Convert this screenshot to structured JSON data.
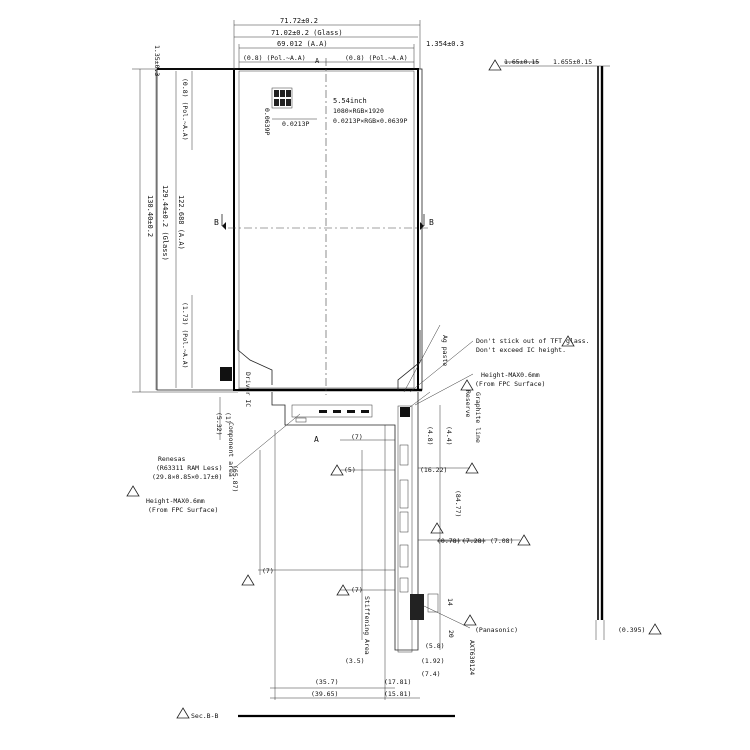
{
  "top_dims": {
    "overall": "71.72±0.2",
    "glass": "71.02±0.2 (Glass)",
    "active_area": "69.012 (A.A)",
    "right_offset": "1.354±0.3",
    "left_offset": "1.35±0.3",
    "pol_left": "(0.8) (Pol.~A.A)",
    "pol_right": "(0.8) (Pol.~A.A)",
    "a_marker": "A"
  },
  "panel_spec": {
    "size": "5.54inch",
    "resolution": "1080×RGB×1920",
    "pitch": "0.0213P×RGB×0.0639P"
  },
  "pixel_detail": {
    "pitch_h": "0.0213P",
    "pitch_v": "0.0639P"
  },
  "left_dims": {
    "overall": "130.40±0.2",
    "glass": "129.44±0.2 (Glass)",
    "active_area": "122.688 (A.A)",
    "pol_top": "(0.8) (Pol.~A.A)",
    "pol_bottom": "(1.73) (Pol.~A.A)"
  },
  "section_labels": {
    "b_left": "B",
    "b_right": "B",
    "a_lower": "A",
    "sec_bb": "Sec.B-B"
  },
  "thickness": {
    "struck": "1.65±0.15",
    "value": "1.655±0.15",
    "bottom": "(0.395)"
  },
  "notes": {
    "glass_note_line1": "Don't stick out of TFT glass.",
    "glass_note_line2": "Don't exceed IC height.",
    "height_max_right_line1": "Height-MAX0.6mm",
    "height_max_right_line2": "(From FPC Surface)",
    "height_max_left_line1": "Height-MAX0.6mm",
    "height_max_left_line2": "(From FPC Surface)",
    "renesas_line1": "Renesas",
    "renesas_line2": "(R63311 RAM Less)",
    "renesas_line3": "(29.8×0.85×0.17±0)",
    "ag_paste": "Ag paste",
    "reserve": "Reserve",
    "graphite_line": "Graphite line",
    "component": "Component area",
    "driver_ic": "Driver IC",
    "stiffener": "Stiffening Area",
    "connector_part": "AXT630124",
    "connector_maker": "(Panasonic)"
  },
  "fpc_dims": {
    "d_532": "(5.32)",
    "d_1": "(1)",
    "d_6587": "(65.87)",
    "d_7a": "(7)",
    "d_5": "(5)",
    "d_7b": "(7)",
    "d_7c": "(7)",
    "d_44": "(4.4)",
    "d_48": "(4.8)",
    "d_1622": "(16.22)",
    "d_8477": "(84.77)",
    "d_708": "(7.08)",
    "d_778_struck": "(0.78)",
    "d_728_struck": "(7.28)",
    "d_14": "14",
    "d_20": "20",
    "d_58": "(5.8)",
    "d_35": "(3.5)",
    "d_192": "(1.92)",
    "d_357": "(35.7)",
    "d_1781": "(17.81)",
    "d_74": "(7.4)",
    "d_3965": "(39.65)",
    "d_1581": "(15.81)"
  }
}
